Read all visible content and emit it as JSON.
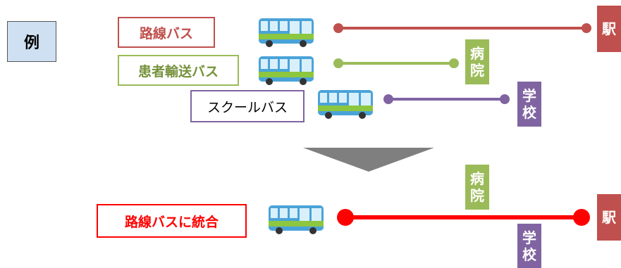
{
  "example_label": "例",
  "routes": [
    {
      "label": "路線バス",
      "color": "#c0504d",
      "dest": [
        "駅"
      ]
    },
    {
      "label": "患者輸送バス",
      "color": "#9bbb59",
      "dest": [
        "病",
        "院"
      ]
    },
    {
      "label": "スクールバス",
      "color": "#8064a2",
      "dest": [
        "学",
        "校"
      ]
    }
  ],
  "merged": {
    "label": "路線バスに統合",
    "color": "#ff0000",
    "stops": [
      [
        "病",
        "院"
      ],
      [
        "学",
        "校"
      ],
      [
        "駅"
      ]
    ]
  },
  "colors": {
    "example_bg": "#cfe0f3",
    "arrow": "#7f7f7f",
    "bus_body": "#4aa3d8",
    "bus_stripe": "#8dc63f"
  },
  "icons": [
    "bus-icon",
    "down-arrow-icon"
  ]
}
